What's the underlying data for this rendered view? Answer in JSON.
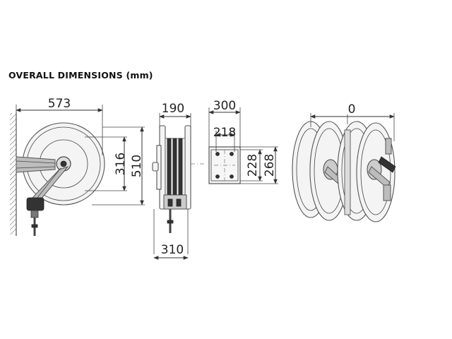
{
  "header": {
    "title": "OVERALL DIMENSIONS (mm)"
  },
  "side_view": {
    "width_label": "573",
    "inner_height_label": "316",
    "outer_height_label": "510"
  },
  "front_view": {
    "top_width_label": "190",
    "bottom_width_label": "310"
  },
  "bracket_view": {
    "outer_width_label": "300",
    "inner_width_label": "218",
    "inner_height_label": "228",
    "outer_height_label": "268"
  },
  "multi_view": {
    "spacing_label": "0"
  }
}
